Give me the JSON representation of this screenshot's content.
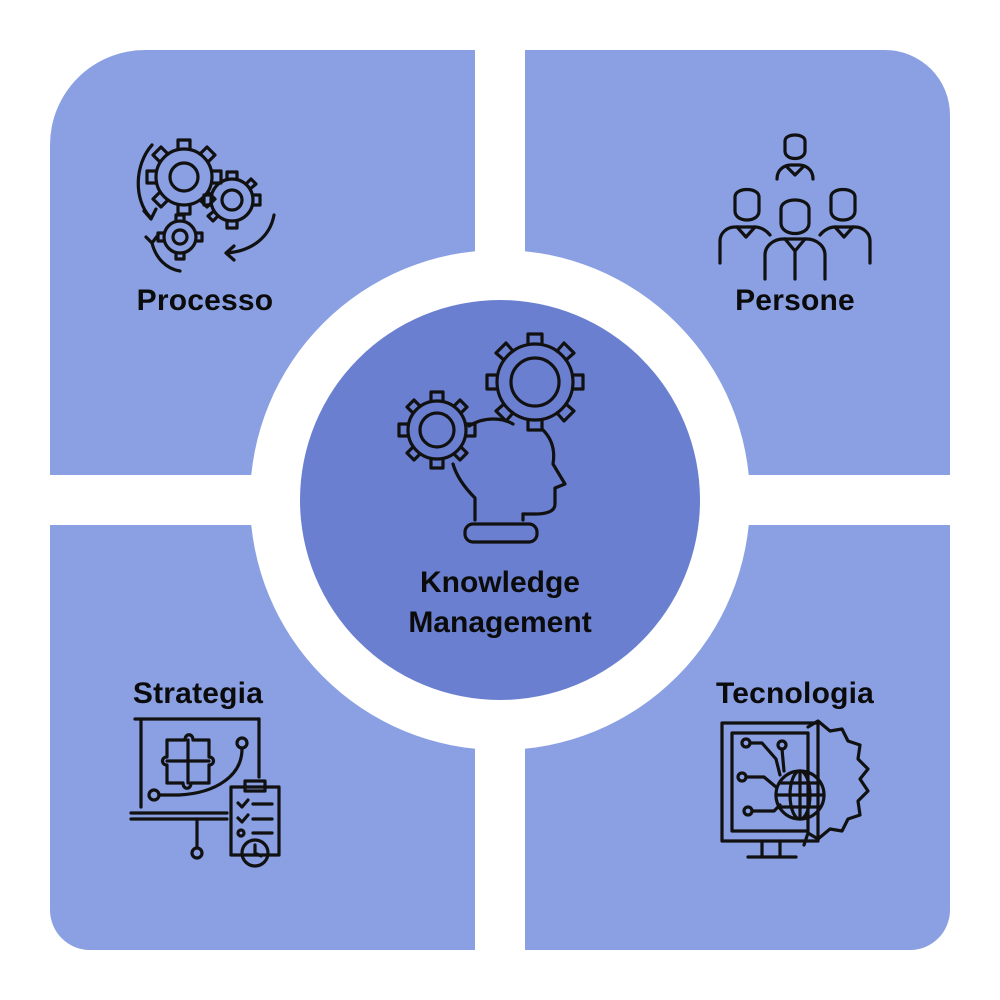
{
  "colors": {
    "quadrant_fill": "#8aa0e3",
    "center_fill": "#6a7fcf",
    "gap": "#ffffff",
    "text": "#0b0b0b"
  },
  "center": {
    "title_line1": "Knowledge",
    "title_line2": "Management",
    "icon": "head-gears-icon"
  },
  "quadrants": [
    {
      "id": "top-left",
      "label": "Processo",
      "icon": "gears-cycle-icon"
    },
    {
      "id": "top-right",
      "label": "Persone",
      "icon": "people-group-icon"
    },
    {
      "id": "bottom-left",
      "label": "Strategia",
      "icon": "strategy-board-icon"
    },
    {
      "id": "bottom-right",
      "label": "Tecnologia",
      "icon": "tech-monitor-globe-icon"
    }
  ]
}
